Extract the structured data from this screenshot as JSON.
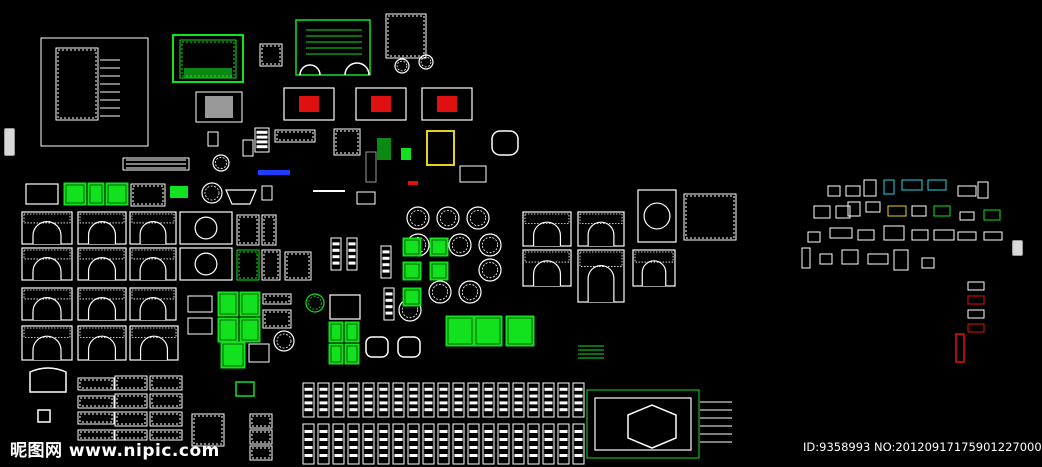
{
  "canvas": {
    "background": "#000000"
  },
  "palette": {
    "line": "#ffffff",
    "green": "#11e21d",
    "green_dark": "#0a8a12",
    "red": "#e01010",
    "yellow": "#e6d21a",
    "blue": "#1f3cff",
    "cyan": "#22d6e0",
    "gray": "#9a9a9a"
  },
  "watermark": {
    "brand": "昵图网",
    "site": "www.nipic.com",
    "id_line": "ID:9358993 NO:20120917175901227000"
  }
}
